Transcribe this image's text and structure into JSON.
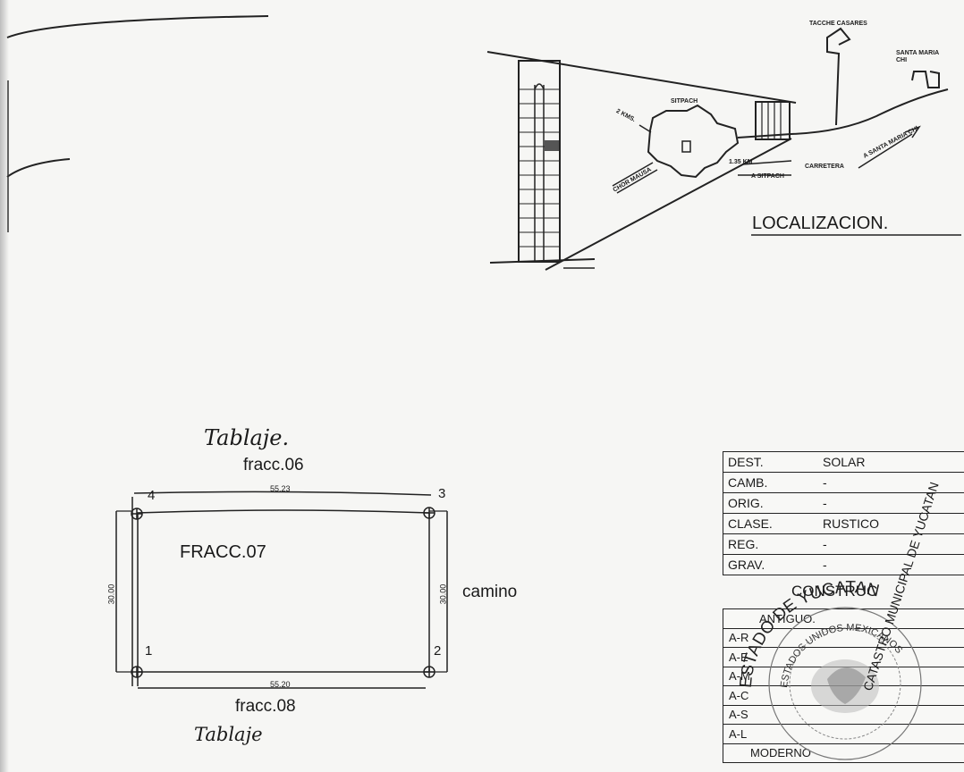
{
  "location_map": {
    "title": "LOCALIZACION.",
    "places": {
      "tacche_casares": "TACCHE CASARES",
      "santa_maria": "SANTA MARIA CHI",
      "sitpach": "SITPACH",
      "km": "2 KMS.",
      "chor": "CHOR MAUSA",
      "a_sitpach": "A SITPACH",
      "carretera": "CARRETERA",
      "dist": "1.35 KM",
      "a_santa_maria": "A SANTA MARIA CHI"
    }
  },
  "plot": {
    "top_label_hand": "Tablaje.",
    "top_fracc": "fracc.06",
    "center_fracc": "FRACC.07",
    "right_label": "camino",
    "bottom_fracc": "fracc.08",
    "bottom_label_hand": "Tablaje",
    "dim_top": "55.23",
    "dim_bottom": "55.20",
    "dim_left": "30.00",
    "dim_right": "30.00",
    "vertices": [
      "4",
      "3",
      "1",
      "2"
    ]
  },
  "info_table": [
    {
      "key": "DEST.",
      "value": "SOLAR"
    },
    {
      "key": "CAMB.",
      "value": "-"
    },
    {
      "key": "ORIG.",
      "value": "-"
    },
    {
      "key": "CLASE.",
      "value": "RUSTICO"
    },
    {
      "key": "REG.",
      "value": "-"
    },
    {
      "key": "GRAV.",
      "value": "-"
    }
  ],
  "cons_table": {
    "header": "CONSTRUC",
    "sub": "ANTIGUO.",
    "rows": [
      "A-R",
      "A-E",
      "A-M",
      "A-C",
      "A-S",
      "A-L"
    ],
    "footer": "MODERNO"
  },
  "seal": {
    "outer_text": "ESTADO DE YUCATAN",
    "inner_text": "ESTADOS UNIDOS MEXICANOS",
    "side_text": "CATASTRO MUNICIPAL DE YUCATAN"
  }
}
